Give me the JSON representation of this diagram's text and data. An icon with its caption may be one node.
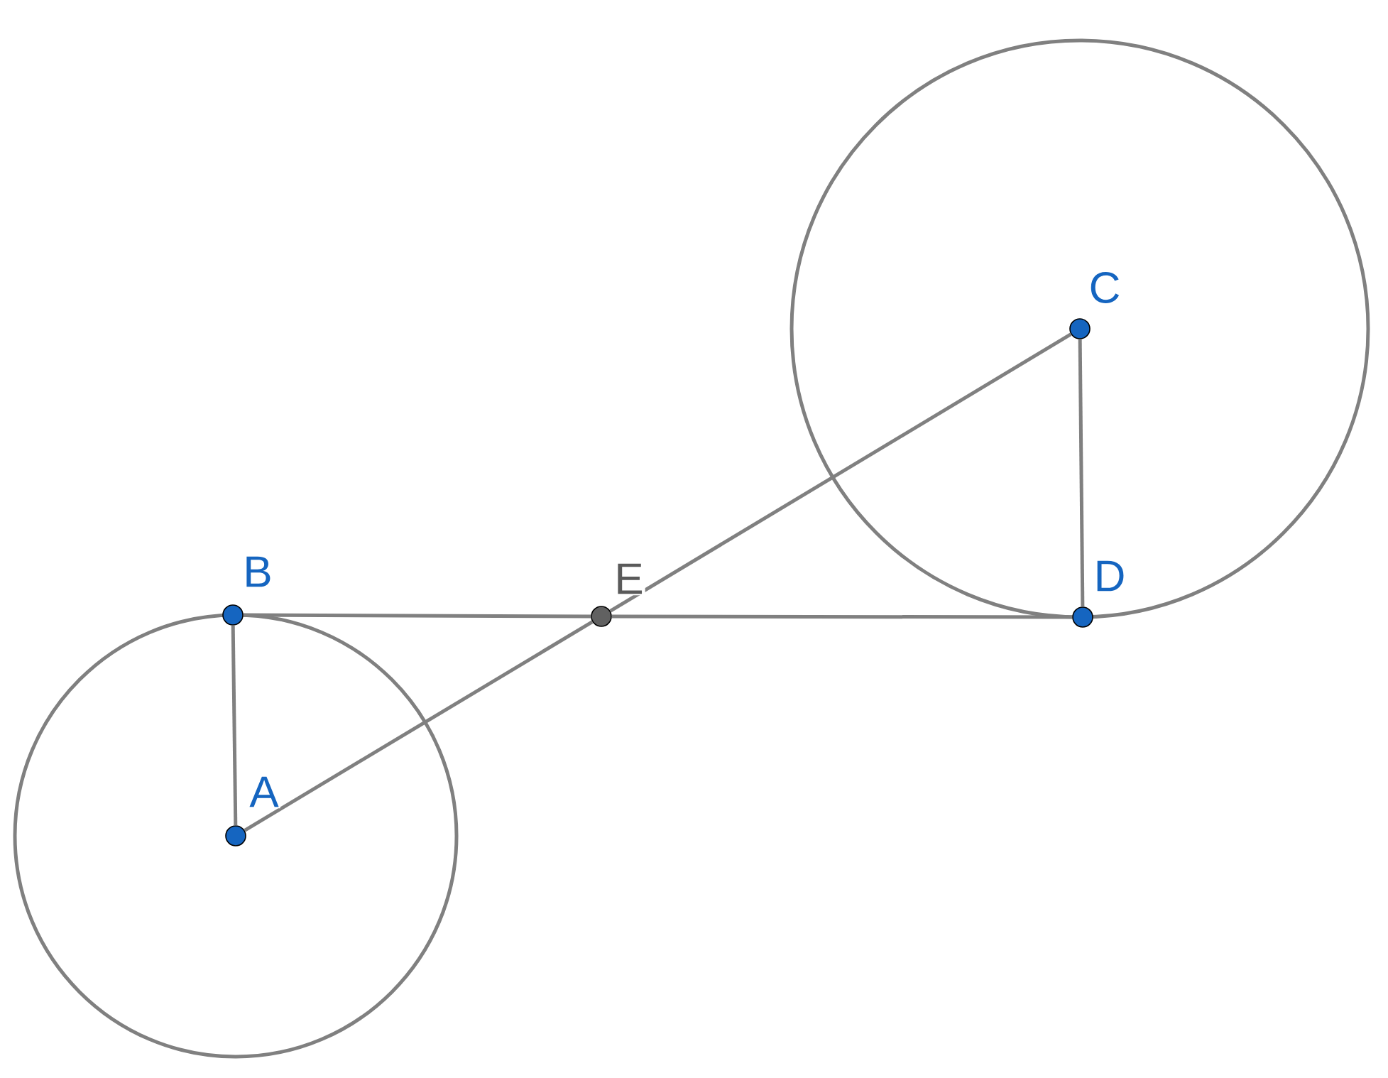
{
  "diagram": {
    "nodes": [
      {
        "text": [],
        "shape": "circle",
        "beside": [
          "A"
        ]
      },
      {
        "text": [],
        "shape": "circle",
        "beside": [
          "B"
        ]
      },
      {
        "text": [],
        "shape": "circle",
        "beside": [
          "C"
        ]
      },
      {
        "text": [],
        "shape": "circle",
        "beside": [
          "D"
        ]
      },
      {
        "text": [],
        "shape": "circle",
        "beside": [
          "E"
        ]
      }
    ],
    "edges": [
      {
        "from": 0,
        "to": 1,
        "arrow": "none"
      },
      {
        "from": 0,
        "to": 4,
        "arrow": "none"
      },
      {
        "from": 4,
        "to": 2,
        "arrow": "none"
      },
      {
        "from": 1,
        "to": 4,
        "arrow": "none"
      },
      {
        "from": 4,
        "to": 3,
        "arrow": "none"
      },
      {
        "from": 2,
        "to": 3,
        "arrow": "none"
      }
    ]
  }
}
